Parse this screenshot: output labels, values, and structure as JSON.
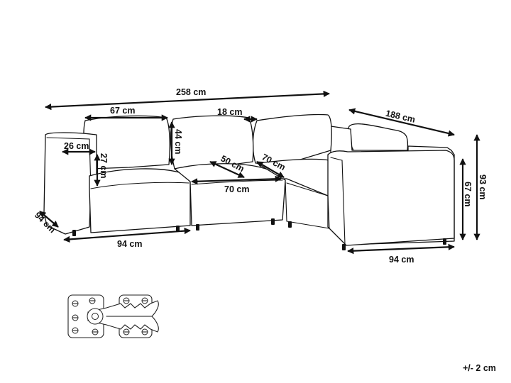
{
  "dimensions": {
    "total_width": "258 cm",
    "cushion_width": "67 cm",
    "cushion_thickness": "18 cm",
    "corner_depth": "188 cm",
    "armrest_width": "26 cm",
    "armrest_height_above_seat": "27 cm",
    "cushion_height": "44 cm",
    "seat_depth": "50 cm",
    "corner_seat": "70 cm",
    "middle_seat_width": "70 cm",
    "left_depth": "94 cm",
    "left_width": "94 cm",
    "seat_height": "67 cm",
    "total_height": "93 cm",
    "right_width": "94 cm"
  },
  "tolerance": "+/- 2 cm",
  "colors": {
    "line": "#111111",
    "fill": "#ffffff"
  },
  "icons": {
    "connector": "sofa-connector-bracket-icon"
  }
}
